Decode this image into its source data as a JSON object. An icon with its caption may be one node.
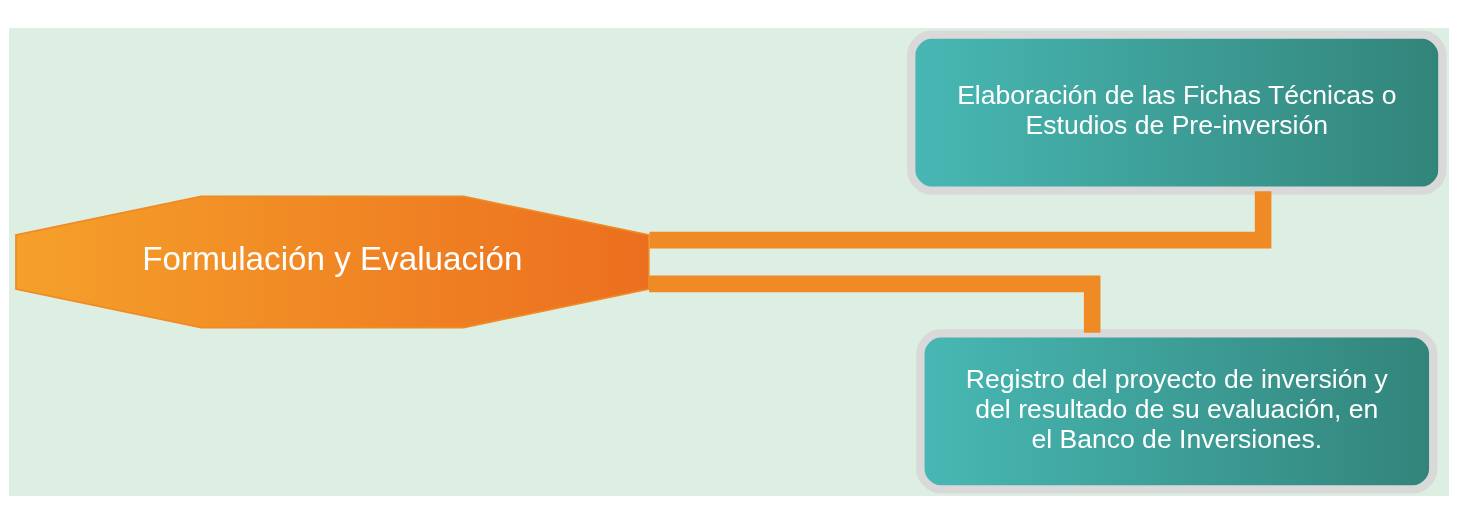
{
  "diagram": {
    "nodes": [
      {
        "text": [
          "Formulación y Evaluación"
        ]
      },
      {
        "text": [
          "Elaboración de las Fichas Técnicas o Estudios de Pre-inversión"
        ]
      },
      {
        "text": [
          "Registro del proyecto de inversión y del resultado de su evaluación, en el Banco de Inversiones."
        ]
      }
    ],
    "edges": [
      {
        "from": 0,
        "to": 1,
        "arrow": "none"
      },
      {
        "from": 0,
        "to": 2,
        "arrow": "none"
      }
    ]
  }
}
